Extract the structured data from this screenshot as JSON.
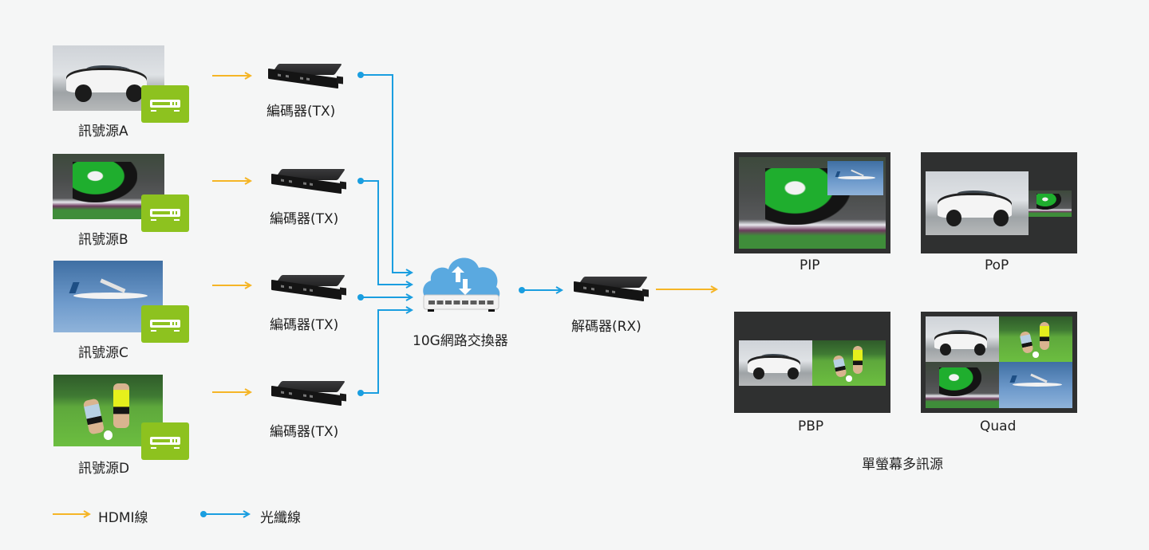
{
  "diagram": {
    "sources": [
      {
        "label": "訊號源A",
        "image": "white-car"
      },
      {
        "label": "訊號源B",
        "image": "motorcycle-racer"
      },
      {
        "label": "訊號源C",
        "image": "airplane"
      },
      {
        "label": "訊號源D",
        "image": "kids-soccer"
      }
    ],
    "encoders": [
      {
        "label": "編碼器(TX)"
      },
      {
        "label": "編碼器(TX)"
      },
      {
        "label": "編碼器(TX)"
      },
      {
        "label": "編碼器(TX)"
      }
    ],
    "switch": {
      "label": "10G網路交換器",
      "icon": "cloud-network-switch-icon"
    },
    "decoder": {
      "label": "解碼器(RX)"
    },
    "layouts": [
      {
        "label": "PIP"
      },
      {
        "label": "PoP"
      },
      {
        "label": "PBP"
      },
      {
        "label": "Quad"
      }
    ],
    "output_title": "單螢幕多訊源",
    "legend": [
      {
        "label": "HDMI線",
        "style": "orange-arrow"
      },
      {
        "label": "光纖線",
        "style": "blue-dot-arrow"
      }
    ],
    "colors": {
      "hdmi": "#f5b526",
      "fiber": "#1a9ee0",
      "badge": "#8dc21f",
      "cloud": "#5aa9e0",
      "monitor": "#2f3030",
      "background": "#f5f6f6"
    }
  }
}
